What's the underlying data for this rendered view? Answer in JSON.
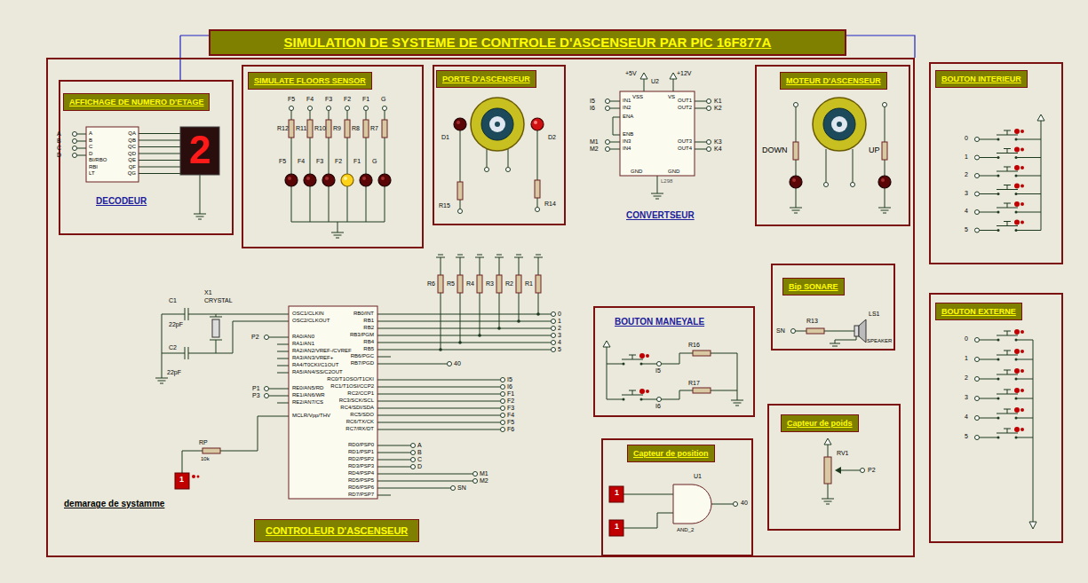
{
  "diagram": {
    "title": "SIMULATION DE SYSTEME DE CONTROLE D'ASCENSEUR PAR PIC 16F877A",
    "nodes": [
      {
        "text": [
          "CONTROLEUR D'ASCENSEUR"
        ]
      },
      {
        "text": [
          "AFFICHAGE DE NUMERO D'ETAGE"
        ],
        "in": 0
      },
      {
        "text": [
          "SIMULATE FLOORS SENSOR"
        ],
        "in": 0
      },
      {
        "text": [
          "PORTE D'ASCENSEUR"
        ],
        "in": 0
      },
      {
        "text": [
          "MOTEUR D'ASCENSEUR"
        ],
        "in": 0
      },
      {
        "text": [
          "BOUTON MANEYALE"
        ],
        "in": 0
      },
      {
        "text": [
          "Bip SONARE"
        ],
        "in": 0
      },
      {
        "text": [
          "Capteur de position"
        ],
        "in": 0
      },
      {
        "text": [
          "Capteur de poids"
        ],
        "in": 0
      },
      {
        "text": [
          "BOUTON INTERIEUR"
        ]
      },
      {
        "text": [
          "BOUTON EXTERNE"
        ]
      }
    ],
    "labels": [
      "A",
      "B",
      "C",
      "D",
      "A",
      "B",
      "C",
      "D",
      "BI/RBO",
      "RBI",
      "LT",
      "QA",
      "QB",
      "QC",
      "QD",
      "QE",
      "QF",
      "QG",
      "DECODEUR",
      "2",
      "F5",
      "F4",
      "F3",
      "F2",
      "F1",
      "G",
      "R12",
      "R11",
      "R10",
      "R9",
      "R8",
      "R7",
      "F5",
      "F4",
      "F3",
      "F2",
      "F1",
      "G",
      "D1",
      "D2",
      "R15",
      "R14",
      "U2",
      "L298",
      "IN1",
      "IN2",
      "ENA",
      "ENB",
      "IN3",
      "IN4",
      "VSS",
      "VS",
      "OUT1",
      "OUT2",
      "OUT3",
      "OUT4",
      "GND",
      "GND",
      "I5",
      "I6",
      "M1",
      "M2",
      "K1",
      "K2",
      "K3",
      "K4",
      "CONVERTSEUR",
      "+5V",
      "+12V",
      "DOWN",
      "UP",
      "0",
      "1",
      "2",
      "3",
      "4",
      "5",
      "0",
      "1",
      "2",
      "3",
      "4",
      "5",
      "R6",
      "R5",
      "R4",
      "R3",
      "R2",
      "R1",
      "0",
      "1",
      "2",
      "3",
      "4",
      "5",
      "OSC1/CLKIN",
      "OSC2/CLKOUT",
      "RA0/AN0",
      "RA1/AN1",
      "RA2/AN2/VREF-/CVREF",
      "RA3/AN3/VREF+",
      "RA4/T0CKI/C1OUT",
      "RA5/AN4/SS/C2OUT",
      "RE0/AN5/RD",
      "RE1/AN6/WR",
      "RE2/AN7/CS",
      "MCLR/Vpp/THV",
      "RB0/INT",
      "RB1",
      "RB2",
      "RB3/PGM",
      "RB4",
      "RB5",
      "RB6/PGC",
      "RB7/PGD",
      "RC0/T1OSO/T1CKI",
      "RC1/T1OSI/CCP2",
      "RC2/CCP1",
      "RC3/SCK/SCL",
      "RC4/SDI/SDA",
      "RC5/SDO",
      "RC6/TX/CK",
      "RC7/RX/DT",
      "RD0/PSP0",
      "RD1/PSP1",
      "RD2/PSP2",
      "RD3/PSP3",
      "RD4/PSP4",
      "RD5/PSP5",
      "RD6/PSP6",
      "RD7/PSP7",
      "P2",
      "P1",
      "P3",
      "40",
      "I5",
      "I6",
      "F1",
      "F2",
      "F3",
      "F4",
      "F5",
      "F6",
      "A",
      "B",
      "C",
      "D",
      "M1",
      "M2",
      "SN",
      "X1",
      "CRYSTAL",
      "C1",
      "C2",
      "22pF",
      "22pF",
      "RP",
      "10k",
      "1",
      "demarage de systamme",
      "R16",
      "R17",
      "I5",
      "I6",
      "SN",
      "R13",
      "LS1",
      "SPEAKER",
      "1",
      "1",
      "U1",
      "AND_2",
      "40",
      "RV1",
      "P2"
    ]
  }
}
